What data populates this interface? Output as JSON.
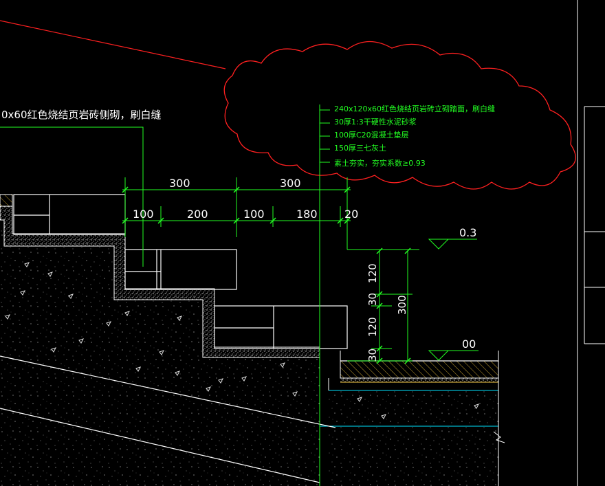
{
  "drawing": {
    "colors": {
      "background": "#000000",
      "outline": "#ffffff",
      "dimension": "#22ff22",
      "revision_cloud": "#ff2020",
      "subgrade": "#00e5ff",
      "hatch": "#ffd24a"
    },
    "side_label": "0x60红色烧结页岩砖侧砌，刷白缝",
    "layer_notes": [
      "240x120x60红色烧结页岩砖立砌踏面，刷白缝",
      "30厚1:3干硬性水泥砂浆",
      "100厚C20混凝土垫层",
      "150厚三七灰土",
      "素土夯实，夯实系数≥0.93"
    ],
    "dimensions": {
      "top_overall": [
        "300",
        "300"
      ],
      "top_detail": [
        "100",
        "200",
        "100",
        "180",
        "20"
      ],
      "vertical_segments": [
        "120",
        "30",
        "120",
        "30"
      ],
      "vertical_total": "300"
    },
    "levels": {
      "upper": "0.3",
      "lower": "00"
    }
  }
}
